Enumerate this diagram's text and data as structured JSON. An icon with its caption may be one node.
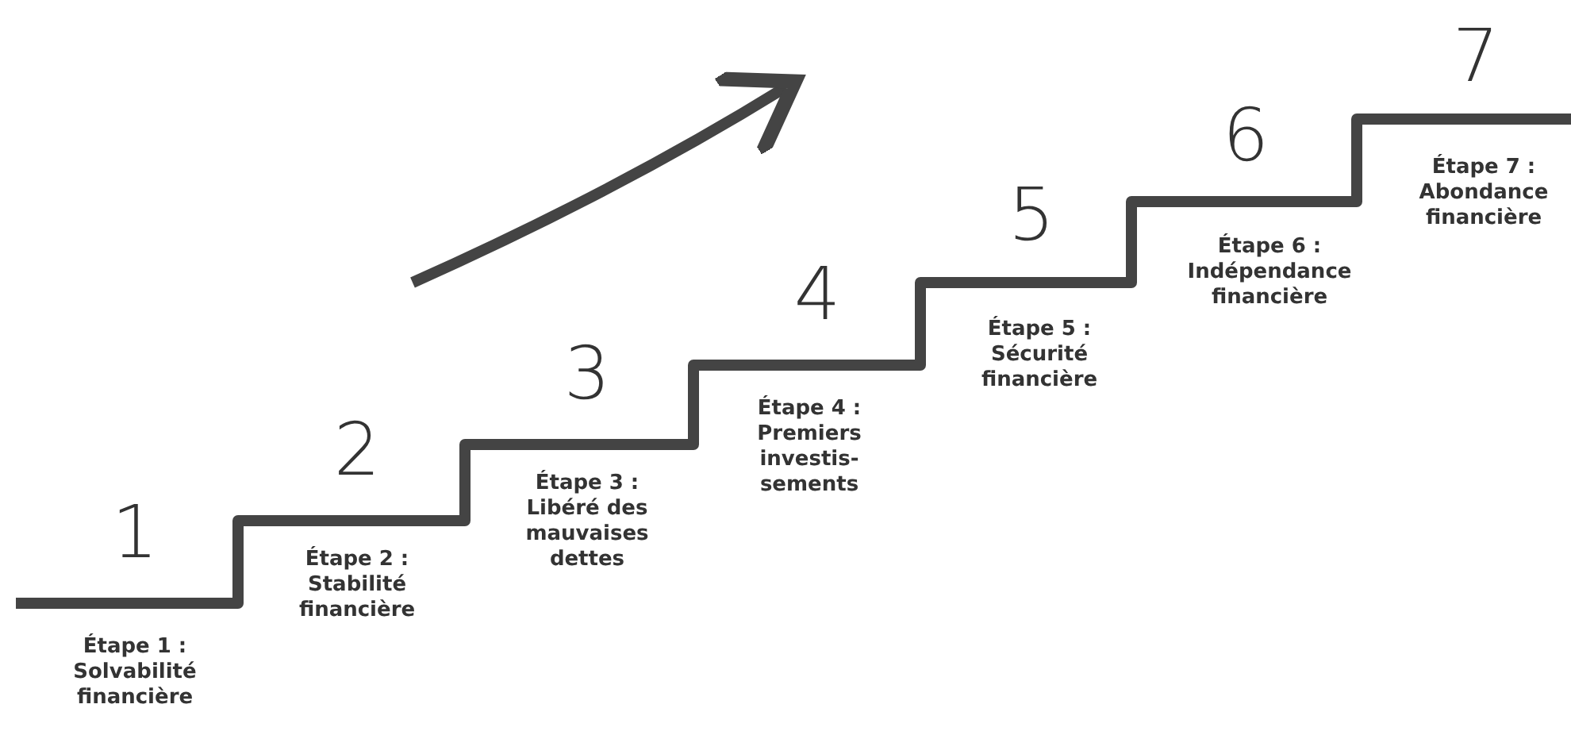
{
  "diagram": {
    "labels": [
      "1",
      "Étape 1 : Solvabilité financière",
      "2",
      "Étape 2 : Stabilité financière",
      "3",
      "Étape 3 : Libéré des mauvaises dettes",
      "4",
      "Étape 4 : Premiers investis- sements",
      "5",
      "Étape 5 : Sécurité financière",
      "6",
      "Étape 6 : Indépendance financière",
      "7",
      "Étape 7 : Abondance financière"
    ]
  }
}
